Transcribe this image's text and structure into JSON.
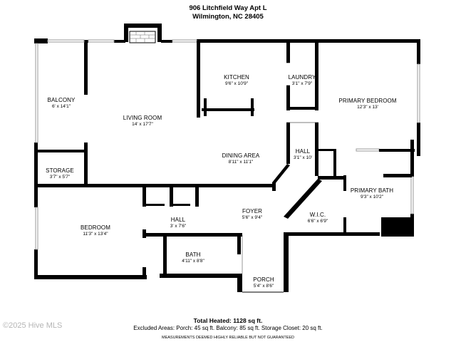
{
  "header": {
    "address_line1": "906 Litchfield Way Apt L",
    "address_line2": "Wilmington, NC 28405"
  },
  "rooms": {
    "balcony": {
      "name": "BALCONY",
      "dims": "6' x 14'1\""
    },
    "living_room": {
      "name": "LIVING ROOM",
      "dims": "14' x 17'7\""
    },
    "kitchen": {
      "name": "KITCHEN",
      "dims": "9'6\" x 10'9\""
    },
    "laundry": {
      "name": "LAUNDRY",
      "dims": "3'1\" x 7'9\""
    },
    "primary_bedroom": {
      "name": "PRIMARY BEDROOM",
      "dims": "12'3\" x 13'"
    },
    "storage": {
      "name": "STORAGE",
      "dims": "3'7\" x 5'7\""
    },
    "dining_area": {
      "name": "DINING AREA",
      "dims": "8'11\" x 11'1\""
    },
    "hall_right": {
      "name": "HALL",
      "dims": "3'1\" x 10'"
    },
    "primary_bath": {
      "name": "PRIMARY BATH",
      "dims": "9'3\" x 10'2\""
    },
    "bedroom": {
      "name": "BEDROOM",
      "dims": "11'3\" x 13'4\""
    },
    "hall_left": {
      "name": "HALL",
      "dims": "3' x 7'6\""
    },
    "foyer": {
      "name": "FOYER",
      "dims": "5'6\" x 9'4\""
    },
    "wic": {
      "name": "W.I.C.",
      "dims": "6'6\" x 6'9\""
    },
    "bath": {
      "name": "BATH",
      "dims": "4'11\" x 8'8\""
    },
    "porch": {
      "name": "PORCH",
      "dims": "5'4\" x 8'6\""
    }
  },
  "footer": {
    "total_heated": "Total Heated: 1128 sq ft.",
    "excluded_areas": "Excluded Areas: Porch: 45 sq ft. Balcony: 85 sq ft. Storage Closet: 20 sq ft.",
    "disclaimer": "MEASUREMENTS DEEMED HIGHLY RELIABLE BUT NOT GUARANTEED"
  },
  "watermark": "©2025 Hive MLS",
  "colors": {
    "wall": "#000000",
    "window": "#999999",
    "background": "#ffffff",
    "watermark": "#b5b5b5"
  }
}
